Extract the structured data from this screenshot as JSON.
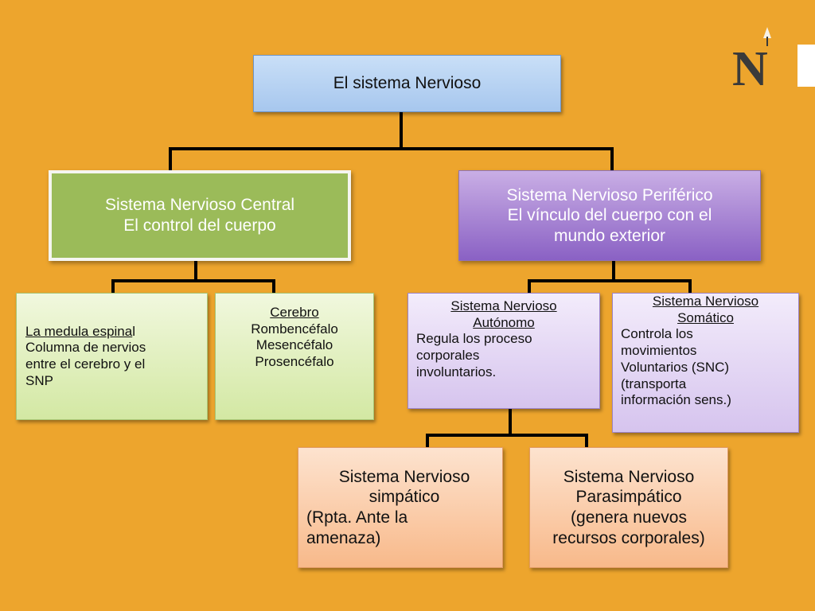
{
  "diagram": {
    "root": {
      "text": "El sistema Nervioso"
    },
    "central": {
      "lines": [
        "Sistema Nervioso Central",
        "El control del cuerpo"
      ]
    },
    "periferico": {
      "lines": [
        "Sistema Nervioso Periférico",
        "El vínculo del cuerpo con el",
        "mundo exterior"
      ]
    },
    "medula": {
      "title": "La medula espina",
      "title_tail": "l",
      "lines": [
        "Columna de nervios",
        "entre el cerebro y el",
        "SNP"
      ]
    },
    "cerebro": {
      "title": "Cerebro",
      "lines": [
        "Rombencéfalo",
        "Mesencéfalo",
        "Prosencéfalo"
      ]
    },
    "autonomo": {
      "title_lines": [
        "Sistema Nervioso",
        "Autónomo"
      ],
      "lines": [
        "Regula los proceso",
        "corporales",
        "involuntarios."
      ]
    },
    "somatico": {
      "title_lines": [
        "Sistema Nervioso",
        "Somático"
      ],
      "lines": [
        "Controla los",
        "movimientos",
        "Voluntarios (SNC)",
        "(transporta",
        "información sens.)"
      ]
    },
    "simpatico": {
      "center_lines": [
        "Sistema Nervioso",
        "simpático"
      ],
      "lines": [
        "(Rpta. Ante la",
        "amenaza)"
      ]
    },
    "parasimpatico": {
      "lines": [
        "Sistema Nervioso",
        "Parasimpático",
        "(genera nuevos",
        "recursos corporales)"
      ]
    }
  },
  "logo": {
    "letter": "N",
    "icon": "compass-n-logo-icon"
  },
  "colors": {
    "background": "#EDA52D",
    "connector": "#000000",
    "central": "#9BBB59",
    "periferico": "#8A61C4",
    "logo": "#3A3A3A"
  }
}
